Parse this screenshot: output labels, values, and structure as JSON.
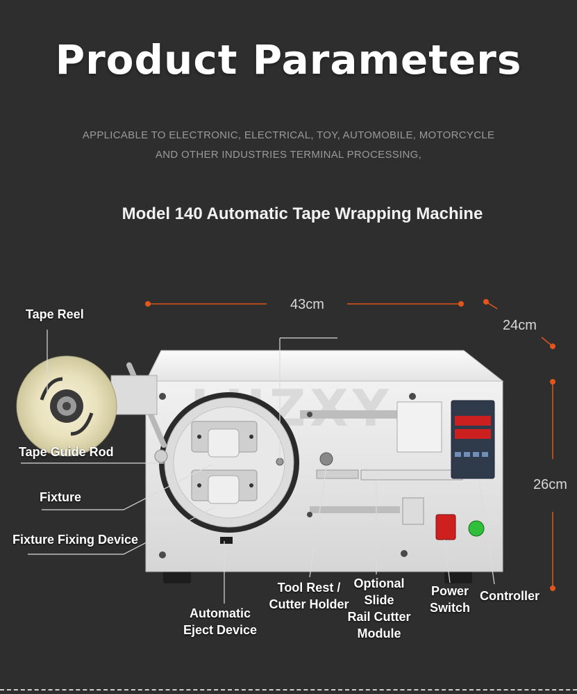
{
  "header": {
    "title": "Product Parameters",
    "subtitle_line1": "APPLICABLE TO ELECTRONIC, ELECTRICAL, TOY, AUTOMOBILE, MOTORCYCLE",
    "subtitle_line2": "AND OTHER INDUSTRIES TERMINAL PROCESSING,"
  },
  "model_title": "Model 140 Automatic Tape Wrapping Machine",
  "dimensions": {
    "width": "43cm",
    "depth": "24cm",
    "height": "26cm"
  },
  "watermark": "LUZXY",
  "controller_panel_tag": "",
  "labels": {
    "tape_reel": "Tape Reel",
    "tape_guide_rod": "Tape Guide Rod",
    "fixture": "Fixture",
    "fixture_fixing_device": "Fixture Fixing Device",
    "automatic_eject_device_1": "Automatic",
    "automatic_eject_device_2": "Eject Device",
    "tool_rest_1": "Tool Rest /",
    "tool_rest_2": "Cutter Holder",
    "optional_1": "Optional",
    "optional_2": "Slide",
    "optional_3": "Rail Cutter",
    "optional_4": "Module",
    "power_switch_1": "Power",
    "power_switch_2": "Switch",
    "controller": "Controller"
  },
  "colors": {
    "background": "#2e2e2e",
    "accent_dot": "#e2561c",
    "machine_body": "#e6e6e6"
  }
}
